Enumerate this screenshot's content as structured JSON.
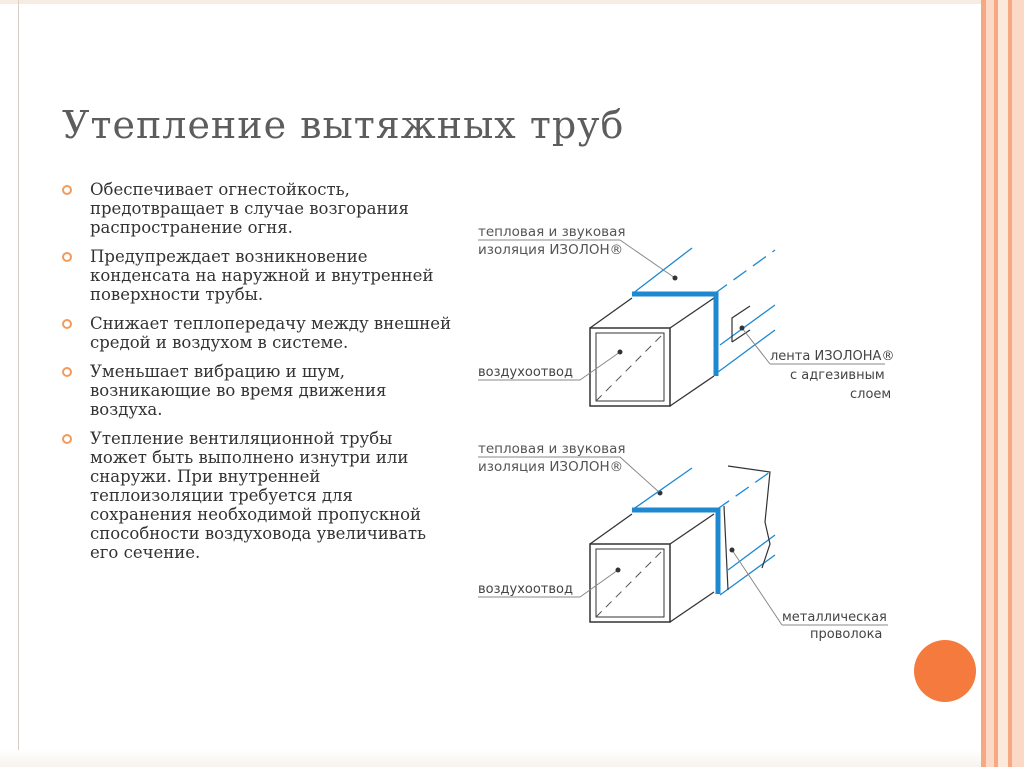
{
  "slide": {
    "title": "Утепление вытяжных труб",
    "bullets": [
      "Обеспечивает огнестойкость, предотвращает в случае возгорания распространение огня.",
      "Предупреждает возникновение конденсата на наружной и внутренней поверхности трубы.",
      "Снижает теплопередачу между внешней средой и воздухом в системе.",
      "Уменьшает вибрацию и шум, возникающие во время движения воздуха.",
      "Утепление вентиляционной трубы может быть выполнено изнутри или снаружи. При внутренней теплоизоляции требуется для сохранения необходимой пропускной способности воздуховода увеличивать его сечение."
    ]
  },
  "diagram_top": {
    "insulation_line1": "тепловая и звуковая",
    "insulation_line2": "изоляция ИЗОЛОН®",
    "duct_label": "воздухоотвод",
    "tape_line1": "лента ИЗОЛОНА®",
    "tape_line2": "с адгезивным",
    "tape_line3": "слоем"
  },
  "diagram_bottom": {
    "insulation_line1": "тепловая и звуковая",
    "insulation_line2": "изоляция ИЗОЛОН®",
    "duct_label": "воздухоотвод",
    "wire_line1": "металлическая",
    "wire_line2": "проволока"
  },
  "colors": {
    "accent": "#f47a3d",
    "stripe": "#f5a882",
    "insulation_blue": "#1e88d0",
    "title": "#5d5d5d"
  }
}
